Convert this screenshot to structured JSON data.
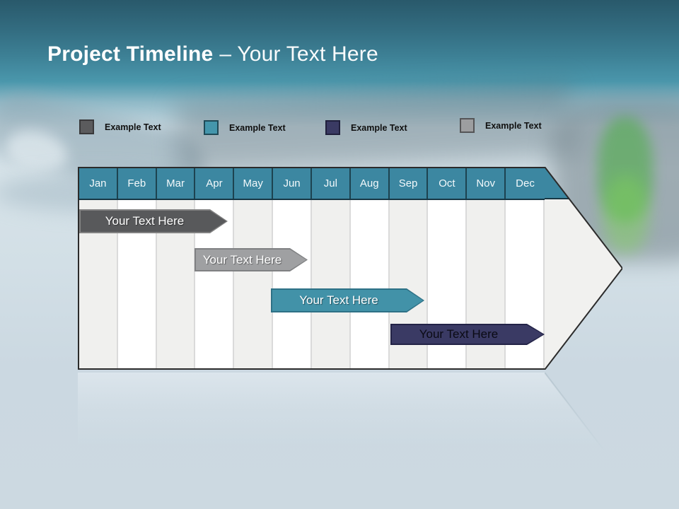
{
  "slide": {
    "title": {
      "heading": "Project Timeline",
      "suffix": "– Your Text Here"
    },
    "legend": [
      {
        "label": "Example Text",
        "color": "#5b5b5d"
      },
      {
        "label": "Example Text",
        "color": "#4496ac"
      },
      {
        "label": "Example Text",
        "color": "#3a3a63"
      },
      {
        "label": "Example Text",
        "color": "#9d9ea0"
      }
    ],
    "timeline": {
      "months": [
        "Jan",
        "Feb",
        "Mar",
        "Apr",
        "May",
        "Jun",
        "Jul",
        "Aug",
        "Sep",
        "Oct",
        "Nov",
        "Dec"
      ],
      "bars": [
        {
          "label": "Your Text Here",
          "color": "#58595b",
          "text_color": "#ffffff"
        },
        {
          "label": "Your Text Here",
          "color": "#9fa0a2",
          "text_color": "#ffffff"
        },
        {
          "label": "Your Text Here",
          "color": "#4292a8",
          "text_color": "#ffffff"
        },
        {
          "label": "Your Text Here",
          "color": "#3a3a64",
          "text_color": "#0a0a14"
        }
      ],
      "header_color": "#3c87a1",
      "column_colors": [
        "#f0f0ee",
        "#ffffff"
      ]
    }
  },
  "chart_data": {
    "type": "bar",
    "subtype": "gantt-timeline",
    "title": "Project Timeline – Your Text Here",
    "categories": [
      "Jan",
      "Feb",
      "Mar",
      "Apr",
      "May",
      "Jun",
      "Jul",
      "Aug",
      "Sep",
      "Oct",
      "Nov",
      "Dec"
    ],
    "series": [
      {
        "name": "Your Text Here",
        "row": 1,
        "start_month_index": 0.0,
        "end_month_index": 3.9,
        "span": "Jan–Apr",
        "color": "#58595b"
      },
      {
        "name": "Your Text Here",
        "row": 2,
        "start_month_index": 3.0,
        "end_month_index": 5.9,
        "span": "Apr–Jun",
        "color": "#9fa0a2"
      },
      {
        "name": "Your Text Here",
        "row": 3,
        "start_month_index": 5.0,
        "end_month_index": 8.9,
        "span": "Jun–Sep",
        "color": "#4292a8"
      },
      {
        "name": "Your Text Here",
        "row": 4,
        "start_month_index": 8.0,
        "end_month_index": 12.0,
        "span": "Sep–Dec",
        "color": "#3a3a64"
      }
    ],
    "legend_entries": [
      "Example Text",
      "Example Text",
      "Example Text",
      "Example Text"
    ],
    "legend_position": "top",
    "grid": false,
    "layout_note": "months as columns with alternating shading; whole timeline shaped as a right-pointing arrow"
  }
}
